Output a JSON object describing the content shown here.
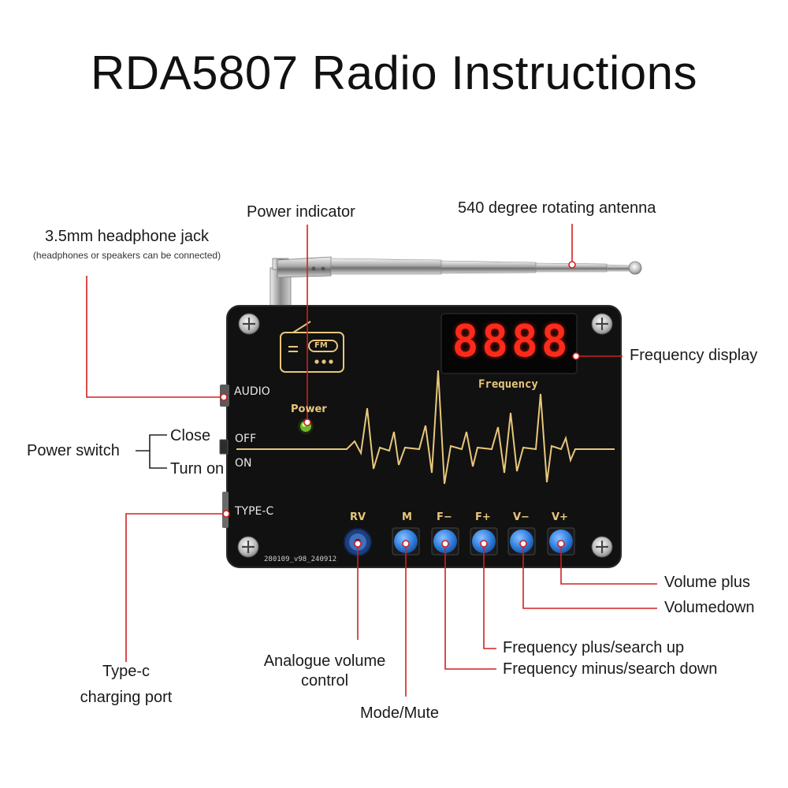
{
  "title": "RDA5807 Radio Instructions",
  "colors": {
    "callout_line": "#d22020",
    "board": "#111111",
    "silkscreen_gold": "#e8c77a",
    "display_red": "#ff2a1a",
    "button_blue": "#2f7fe0"
  },
  "callouts": {
    "headphone_jack": "3.5mm headphone jack",
    "headphone_jack_note": "(headphones or speakers can be connected)",
    "power_indicator": "Power indicator",
    "antenna": "540 degree rotating antenna",
    "frequency_display": "Frequency display",
    "power_switch": "Power switch",
    "close": "Close",
    "turn_on": "Turn on",
    "type_c_line1": "Type-c",
    "type_c_line2": "charging port",
    "analogue_volume_line1": "Analogue volume",
    "analogue_volume_line2": "control",
    "mode_mute": "Mode/Mute",
    "freq_minus": "Frequency minus/search down",
    "freq_plus": "Frequency plus/search up",
    "volume_down": "Volumedown",
    "volume_plus": "Volume plus"
  },
  "board": {
    "audio": "AUDIO",
    "off": "OFF",
    "on": "ON",
    "type_c": "TYPE-C",
    "power": "Power",
    "frequency": "Frequency",
    "display_value": "8888",
    "fm_badge": "FM",
    "pcb_code": "280109_v98_240912",
    "buttons": [
      "RV",
      "M",
      "F−",
      "F+",
      "V−",
      "V+"
    ]
  },
  "icons": {
    "radio": "radio-icon",
    "led": "power-led-icon",
    "heartbeat": "heartbeat-wave-icon"
  }
}
